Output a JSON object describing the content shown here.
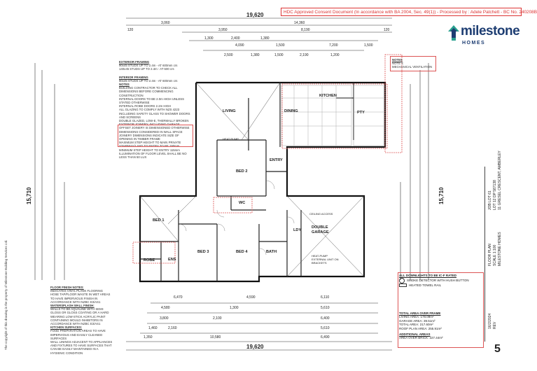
{
  "stamp": "HDC Approved Consent Document (In accordance with BA 2004, Sec. 49(1)) - Processed by : Adele Patchett - BC No. 240208B",
  "logo": {
    "name": "milestone",
    "sub": "HOMES",
    "icon": "milestone-arrow-icon",
    "color": "#1d3d72"
  },
  "overall_width_top": "19,620",
  "overall_width_bottom": "19,620",
  "overall_depth_left": "15,710",
  "overall_depth_right": "15,710",
  "top_dims": [
    "3,060",
    "14,360",
    "3,950",
    "120",
    "8,190",
    "1,300",
    "2,400",
    "1,380",
    "4,090",
    "1,500",
    "7,200",
    "1,500",
    "2,500",
    "1,380",
    "1,500",
    "2,190",
    "1,200",
    "120"
  ],
  "bottom_dims": [
    "6,470",
    "4,590",
    "6,110",
    "4,580",
    "1,300",
    "5,610",
    "1,460",
    "2,160",
    "5,610",
    "10,580",
    "6,490",
    "1,350",
    "3,800",
    "2,100",
    "6,400"
  ],
  "rooms": {
    "living": "LIVING",
    "dining": "DINING",
    "kitchen": "KITCHEN",
    "pty": "PTY",
    "bed2": "BED 2",
    "entry": "ENTRY",
    "bed1": "BED 1",
    "ens": "ENS",
    "robe": "ROBE",
    "bed3": "BED 3",
    "bed4": "BED 4",
    "bath": "BATH",
    "wc": "WC",
    "ldy": "LDY",
    "garage": "DOUBLE GARAGE",
    "heat_pump": "HEAT PUMP",
    "ceiling_access": "CEILING ACCESS",
    "heat_pump_ext": "HEAT-PUMP EXTERNAL UNIT ON BRACKETS"
  },
  "notes_left": {
    "ext_title": "EXTERIOR FRAMING",
    "ext_lines": [
      "90x45 STUDS UP TO 2.4m - AT 600mm crs",
      "140x45 STUDS UP TO 2.4m - AT 600 crs"
    ],
    "int_title": "INTERIOR FRAMING",
    "int_lines": [
      "90x45 STUDS UP TO 2.4m - AT 600mm crs"
    ],
    "gen_title": "NOTES",
    "gen_lines": [
      "BUILDING CONTRACTOR TO CHECK ALL DIMENSIONS BEFORE COMMENCING CONSTRUCTION",
      "INTERNAL DOORS TO BE 2.0m HIGH UNLESS STATED OTHERWISE",
      "INTERNAL ROBE DOORS 2.2m HIGH",
      "ALL GLAZING TO COMPLY WITH NZS 4223 INCLUDING SAFETY GLASS TO SHOWER DOORS AND SCREENS",
      "DOUBLE GLAZED, LOW-E, THERMALLY BROKEN EXTERIOR JOINERY, INCLUDING GARAGE",
      "OFFSET JOINERY IS DIMENSIONED OTHERWISE DIMENSIONS CONSIDERED IN WALL SPACE",
      "JOINERY DIMENSIONS INDICATE SIZE OF OPENING IN TIMBER FRAME",
      "MAXIMUM STEP HEIGHT TO MAIN PRIVATE STAIRWAY/LAND TO ENTRY TO BE 190mm MINIMUM STEP HEIGHT TO ENTRY 115mm",
      "ILLUMINATION OF FLOOR LEVEL SHALL BE NO LESS THAN 50 LUX"
    ]
  },
  "notes_right": {
    "title": "NOTES",
    "lines": [
      "NOTE 1:",
      "MECHANICAL VENTILATION"
    ]
  },
  "finish_notes": {
    "floor_title": "FLOOR FINISH NOTES:",
    "floor_lines": [
      "INDICATES VINYL PLANK FLOORING",
      "HOSE TAP/FLOOR WASTE IN WET AREAS TO HAVE IMPERVIOUS FINISH IN ACCORDANCE WITH NZBC E3/AS1"
    ],
    "splash_title": "WATERSPLASH WALL FINISH:",
    "splash_lines": [
      "WALLS TO BE AQUALINE WITH SEMI-GLOSS OR GLOSS COATING OR A HARD WEARING LOW-STICK ACRYLIC PAINT CONTAINING MOULD INHIBITORS IN ACCORDANCE WITH NZBC E3/AS1"
    ],
    "kitchen_title": "KITCHEN SURFACES:",
    "kitchen_lines": [
      "FOOD PREPARATION AREAS TO HAVE IMPERVIOUS AND EASILY CLEANED SURFACES",
      "WALL LININGS ADJACENT TO APPLIANCES AND FIXTURES TO HAVE SURFACES THAT CAN BE EASILY MAINTAINED IN A HYGIENIC CONDITION"
    ]
  },
  "legend": {
    "title": "ALL DOWNLIGHTS TO BE IC-F RATED",
    "items": [
      "SMOKE DETECTOR WITH HUSH BUTTON",
      "HEATED TOWEL RAIL"
    ]
  },
  "areas": {
    "title": "TOTAL AREA OVER FRAME",
    "rows": [
      [
        "LIVING AREA:",
        "178.09m²"
      ],
      [
        "GARAGE AREA:",
        "39.51m²"
      ],
      [
        "TOTAL AREA:",
        "217.60m²"
      ],
      [
        "ROOF PLAN AREA:",
        "255.91m²"
      ]
    ],
    "addl_title": "ADDITIONAL AREAS",
    "addl_rows": [
      [
        "AREA OVER BRICK:",
        "227.44m²"
      ]
    ]
  },
  "title_block": {
    "sheet_no": "5",
    "lines": [
      "FLOOR PLAN",
      "SCALE 1:100",
      "REV",
      "MILESTONE HOMES",
      "16/2/2024"
    ],
    "lot_lines": [
      "JOB LOT 61",
      "LOT 12 DP 587138",
      "11 GRESEL CRESCENT, AMBERLEY"
    ]
  },
  "legal": "The copyright of this drawing is the property of Milestone Building Services Ltd."
}
